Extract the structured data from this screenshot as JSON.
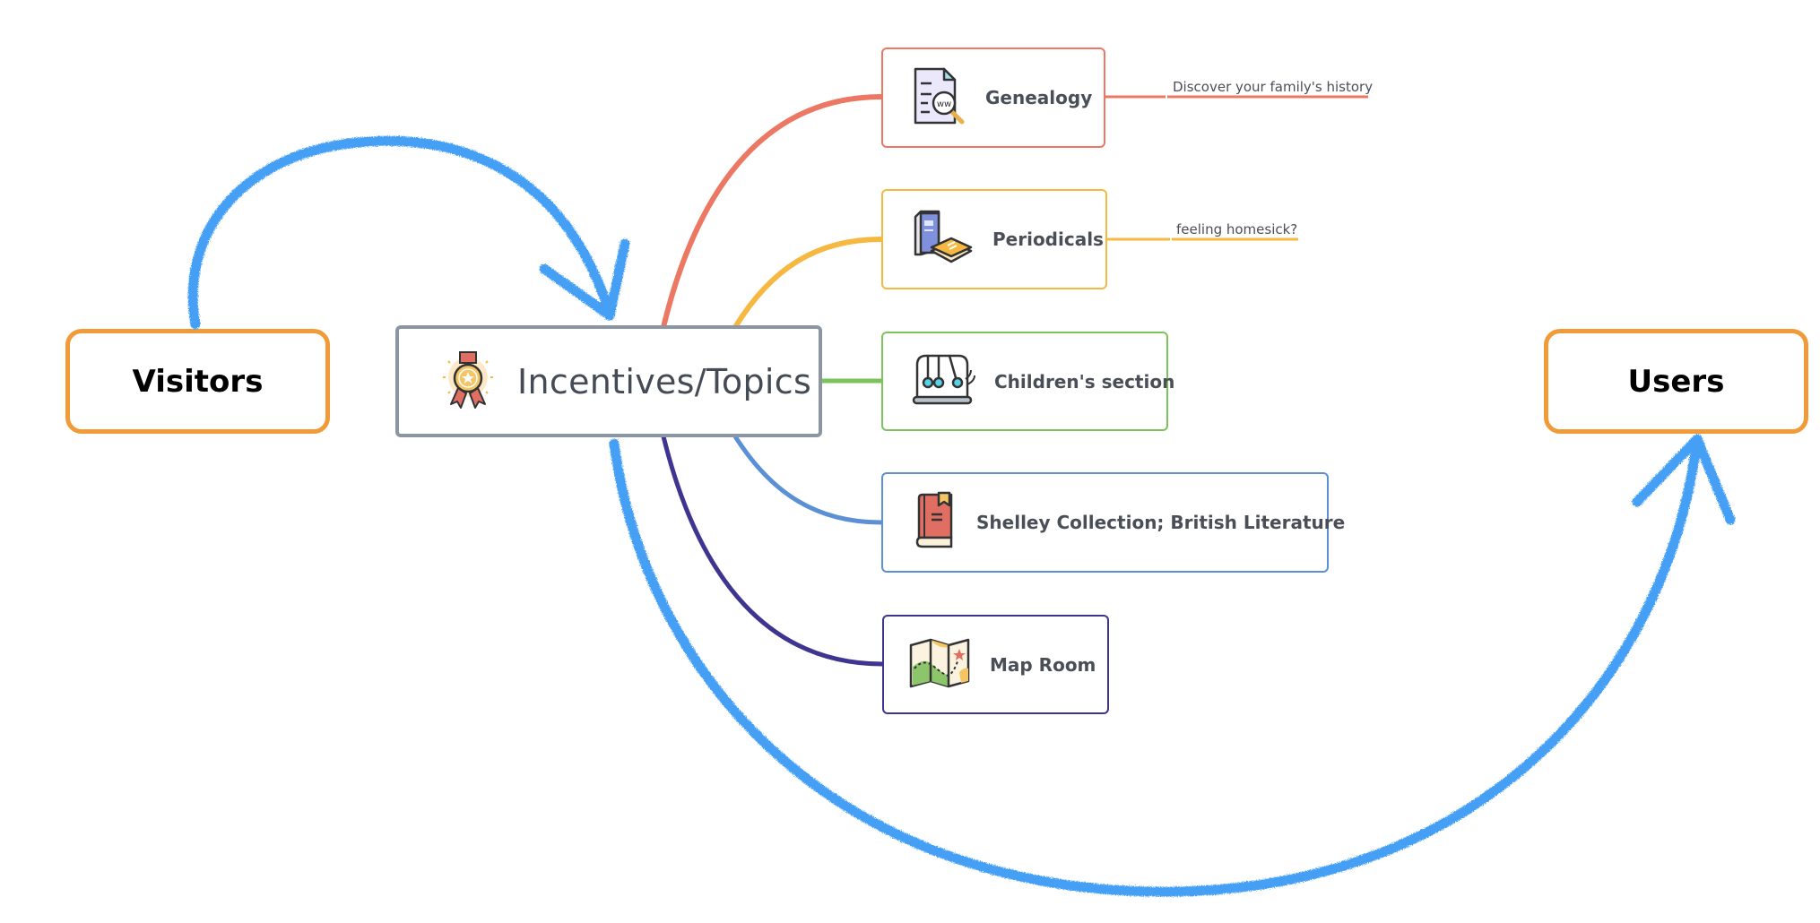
{
  "diagram": {
    "source_node": {
      "label": "Visitors",
      "border_color": "#f19b38"
    },
    "target_node": {
      "label": "Users",
      "border_color": "#f19b38"
    },
    "central_topic": {
      "label": "Incentives/Topics",
      "icon": "award-medal-icon",
      "border_color": "#8c95a3"
    },
    "topics": [
      {
        "label": "Genealogy",
        "icon": "document-search-icon",
        "color": "#ec7763",
        "note": "Discover your family's history"
      },
      {
        "label": "Periodicals",
        "icon": "books-icon",
        "color": "#f5b942",
        "note": "feeling homesick?"
      },
      {
        "label": "Children's section",
        "icon": "newtons-cradle-icon",
        "color": "#7cc35c",
        "note": null
      },
      {
        "label": "Shelley Collection; British Literature",
        "icon": "book-bookmark-icon",
        "color": "#5b8fd6",
        "note": null
      },
      {
        "label": "Map Room",
        "icon": "folded-map-icon",
        "color": "#3d3590",
        "note": null
      }
    ],
    "flow_arrows": [
      {
        "from": "Visitors",
        "to": "Incentives/Topics",
        "color": "#45a0f5"
      },
      {
        "from": "Incentives/Topics",
        "to": "Users",
        "color": "#45a0f5"
      }
    ]
  }
}
